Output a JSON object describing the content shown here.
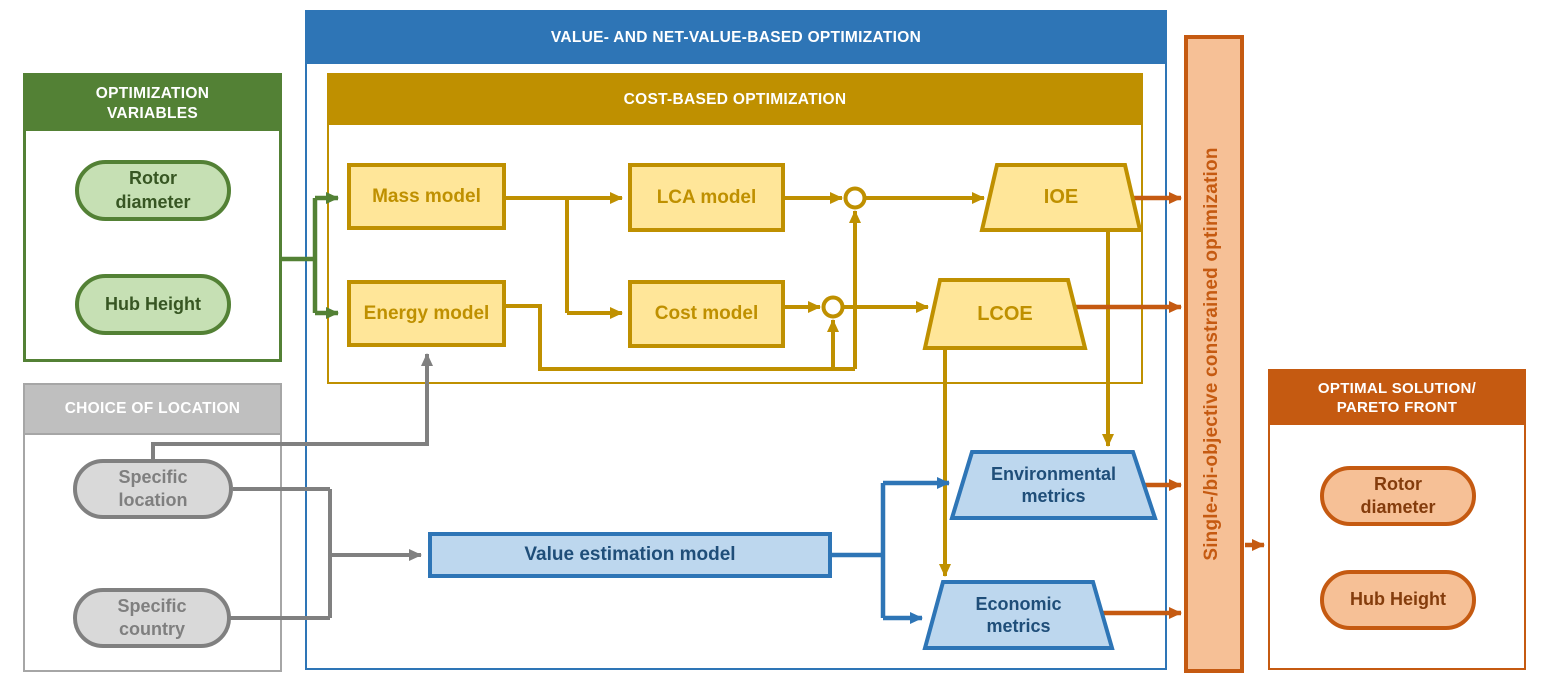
{
  "palette": {
    "blue": "#2E75B6",
    "blue_fill": "#BDD7EE",
    "blue_text": "#1F4E79",
    "gold": "#BF9000",
    "gold_fill": "#FFE699",
    "green": "#538135",
    "green_fill": "#C6E0B4",
    "green_text": "#375623",
    "gray_line": "#808080",
    "gray_header_fill": "#BFBFBF",
    "gray_fill": "#D9D9D9",
    "gray_text": "#7F7F7F",
    "orange": "#C55A11",
    "orange_fill": "#F6C096",
    "orange_text": "#843C0C"
  },
  "optimization_variables": {
    "title_lines": [
      "OPTIMIZATION",
      "VARIABLES"
    ],
    "items": [
      {
        "lines": [
          "Rotor",
          "diameter"
        ]
      },
      {
        "lines": [
          "Hub Height"
        ]
      }
    ]
  },
  "choice_of_location": {
    "title": "CHOICE OF LOCATION",
    "items": [
      {
        "lines": [
          "Specific",
          "location"
        ]
      },
      {
        "lines": [
          "Specific",
          "country"
        ]
      }
    ]
  },
  "value_optimization": {
    "title": "VALUE- AND NET-VALUE-BASED OPTIMIZATION",
    "value_estimation_model": "Value estimation model",
    "environmental_metrics_lines": [
      "Environmental",
      "metrics"
    ],
    "economic_metrics_lines": [
      "Economic",
      "metrics"
    ]
  },
  "cost_optimization": {
    "title": "COST-BASED OPTIMIZATION",
    "mass_model": "Mass model",
    "energy_model": "Energy model",
    "lca_model": "LCA model",
    "cost_model": "Cost model",
    "ioe": "IOE",
    "lcoe": "LCOE"
  },
  "optimizer_bar": {
    "label": "Single-/bi-objective constrained optimization"
  },
  "optimal_solution": {
    "title_lines": [
      "OPTIMAL SOLUTION/",
      "PARETO FRONT"
    ],
    "items": [
      {
        "lines": [
          "Rotor",
          "diameter"
        ]
      },
      {
        "lines": [
          "Hub Height"
        ]
      }
    ]
  }
}
